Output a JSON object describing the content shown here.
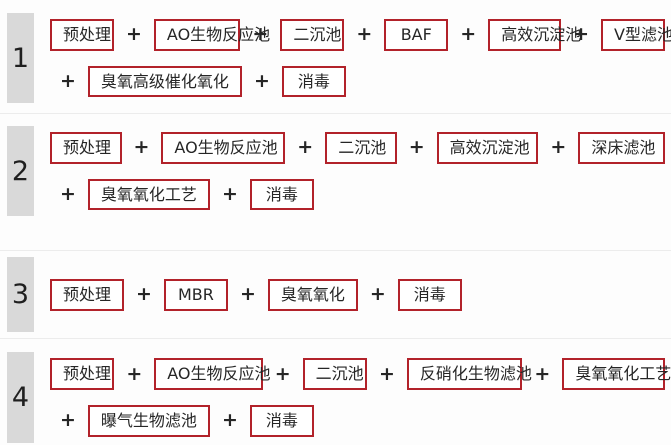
{
  "plus_symbol": "+",
  "colors": {
    "box_border": "#b2222a",
    "box_background": "#ffffff",
    "number_background": "#d9d9d9",
    "divider": "#ececec",
    "text": "#262626",
    "page_background": "#fdfdfd"
  },
  "rows": [
    {
      "number": "1",
      "lines": [
        [
          "预处理",
          "AO生物反应池",
          "二沉池",
          "BAF",
          "高效沉淀池",
          "V型滤池"
        ],
        [
          "臭氧高级催化氧化",
          "消毒"
        ]
      ]
    },
    {
      "number": "2",
      "lines": [
        [
          "预处理",
          "AO生物反应池",
          "二沉池",
          "高效沉淀池",
          "深床滤池"
        ],
        [
          "臭氧氧化工艺",
          "消毒"
        ]
      ]
    },
    {
      "number": "3",
      "lines": [
        [
          "预处理",
          "MBR",
          "臭氧氧化",
          "消毒"
        ]
      ]
    },
    {
      "number": "4",
      "lines": [
        [
          "预处理",
          "AO生物反应池",
          "二沉池",
          "反硝化生物滤池",
          "臭氧氧化工艺"
        ],
        [
          "曝气生物滤池",
          "消毒"
        ]
      ]
    }
  ]
}
